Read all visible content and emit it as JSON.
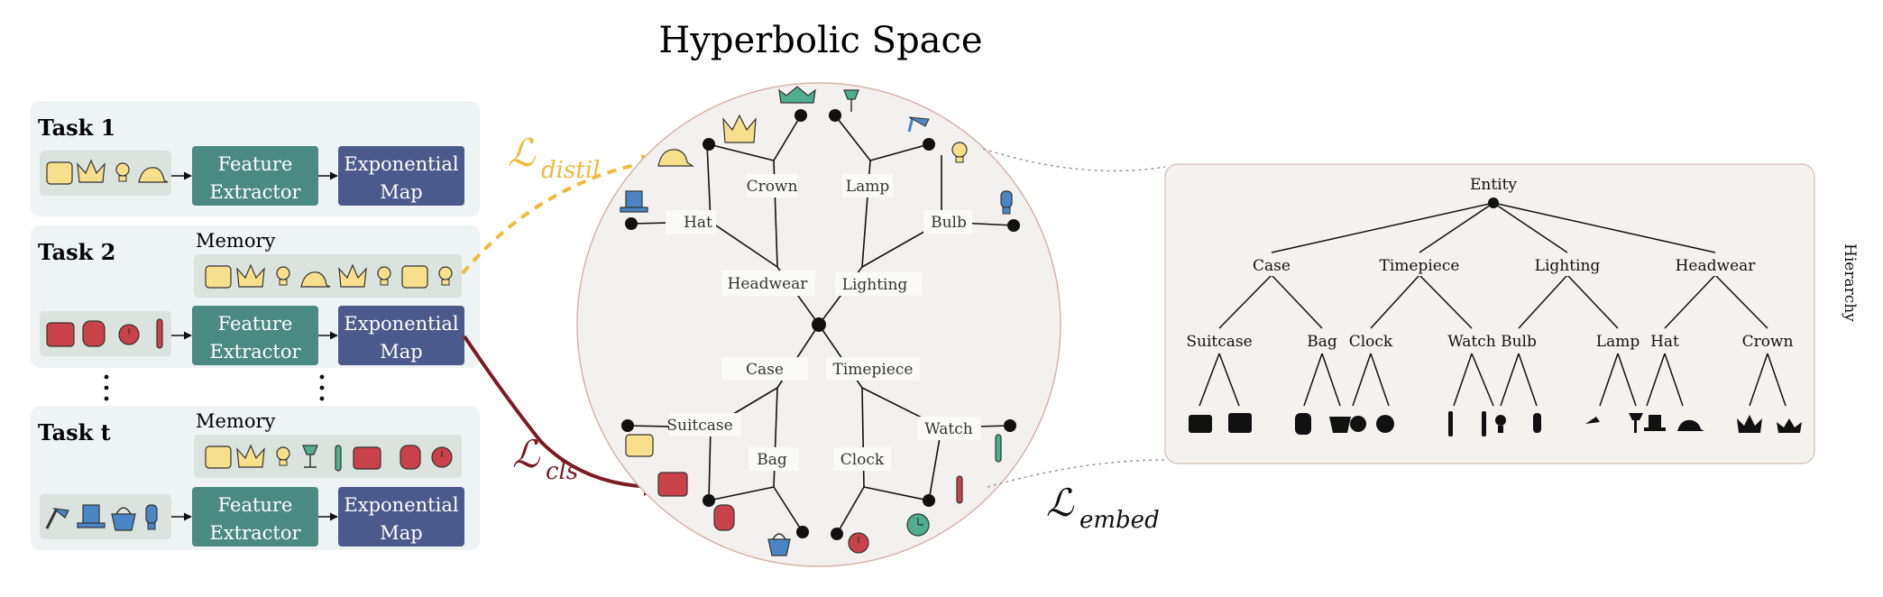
{
  "title": "Hyperbolic Space",
  "tasks": [
    {
      "label": "Task 1"
    },
    {
      "label": "Task 2",
      "memory_label": "Memory"
    },
    {
      "label": "Task t",
      "memory_label": "Memory"
    }
  ],
  "boxes": {
    "feature_extractor": [
      "Feature",
      "Extractor"
    ],
    "exponential_map": [
      "Exponential",
      "Map"
    ]
  },
  "losses": {
    "distil": {
      "symbol": "ℒ",
      "sub": "distil"
    },
    "cls": {
      "symbol": "ℒ",
      "sub": "cls"
    },
    "embed": {
      "symbol": "ℒ",
      "sub": "embed"
    }
  },
  "disk_labels": {
    "crown": "Crown",
    "lamp": "Lamp",
    "hat": "Hat",
    "bulb": "Bulb",
    "headwear": "Headwear",
    "lighting": "Lighting",
    "case": "Case",
    "timepiece": "Timepiece",
    "suitcase": "Suitcase",
    "watch": "Watch",
    "bag": "Bag",
    "clock": "Clock"
  },
  "hierarchy": {
    "label": "Hierarchy",
    "root": "Entity",
    "level1": [
      "Case",
      "Timepiece",
      "Lighting",
      "Headwear"
    ],
    "level2": [
      "Suitcase",
      "Bag",
      "Clock",
      "Watch",
      "Bulb",
      "Lamp",
      "Hat",
      "Crown"
    ]
  },
  "colors": {
    "teal": "#4a8a83",
    "navy": "#4b5a8c",
    "gold": "#f0b93a",
    "maroon": "#7d1a24",
    "panel": "#eef3f3",
    "memory": "#dbe3df",
    "disk": "#f2f1ef",
    "tree_panel": "#f3f2ef",
    "red": "#c9424a",
    "yellow": "#f7df8c",
    "blue": "#4a86c5",
    "green": "#4fae8f"
  }
}
